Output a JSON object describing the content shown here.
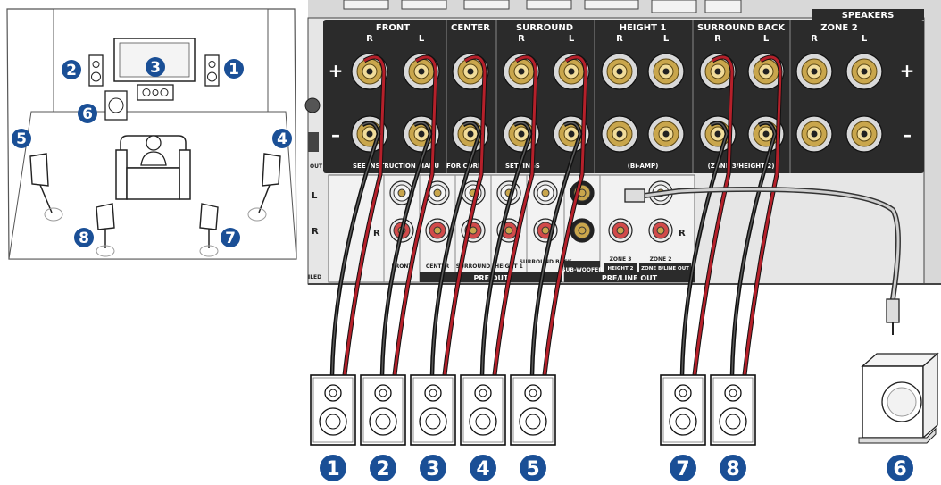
{
  "panel": {
    "speakers_header": "SPEAKERS",
    "groups": [
      {
        "id": "front",
        "label": "FRONT",
        "channels": [
          "R",
          "L"
        ]
      },
      {
        "id": "center",
        "label": "CENTER",
        "channels": []
      },
      {
        "id": "surround",
        "label": "SURROUND",
        "channels": [
          "R",
          "L"
        ]
      },
      {
        "id": "height1",
        "label": "HEIGHT 1",
        "channels": [
          "R",
          "L"
        ]
      },
      {
        "id": "surround-back",
        "label": "SURROUND BACK",
        "channels": [
          "R",
          "L"
        ]
      },
      {
        "id": "zone2",
        "label": "ZONE 2",
        "channels": [
          "R",
          "L"
        ]
      }
    ],
    "plus_sign": "+",
    "minus_sign": "–",
    "bottom_labels": {
      "instruction": "SEE INSTRUCTION MANU",
      "for_corr": "FOR CORR",
      "settings": "SETTINGS",
      "biamp": "(Bi-AMP)",
      "zone3_height2": "(ZONE 3/HEIGHT 2)"
    },
    "side_labels": {
      "out": "OUT",
      "left": "L",
      "right": "R",
      "r_right": "R",
      "led": "ILED"
    },
    "preout": {
      "r_label": "R",
      "labels": [
        "FRONT",
        "CENTER",
        "SURROUND",
        "HEIGHT 1",
        "SURROUND BACK"
      ],
      "subwoofer": "SUB-WOOFER",
      "zone3": "ZONE 3",
      "zone2": "ZONE 2",
      "height2": "HEIGHT 2",
      "zone_bline": "ZONE B/LINE OUT",
      "preout_title": "PRE OUT",
      "preline_title": "PRE/LINE OUT"
    }
  },
  "room_badges": [
    "1",
    "2",
    "3",
    "4",
    "5",
    "6",
    "7",
    "8"
  ],
  "speaker_badges": [
    "1",
    "2",
    "3",
    "4",
    "5",
    "7",
    "8",
    "6"
  ],
  "colors": {
    "badge": "#1a4f96",
    "panel": "#2b2b2b",
    "cable": "#b5202a",
    "terminal_gold": "#c9a64c"
  }
}
